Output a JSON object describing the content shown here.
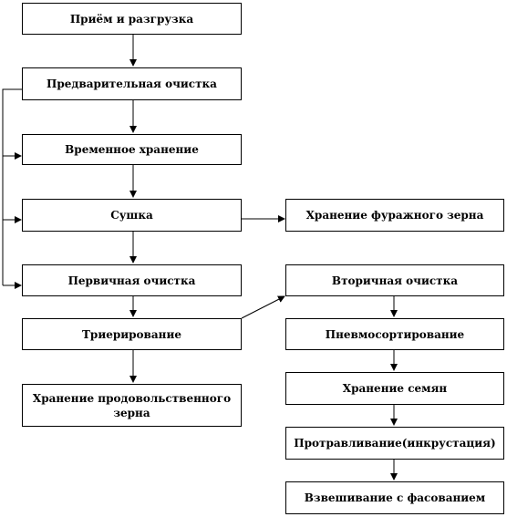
{
  "nodes": {
    "priem": "Приём и разгрузка",
    "predv": "Предварительная очистка",
    "vremen": "Временное хранение",
    "sushka": "Сушка",
    "pervich": "Первичная очистка",
    "trier": "Триерирование",
    "prodov": "Хранение продовольственного зерна",
    "furazh": "Хранение фуражного зерна",
    "vtorich": "Вторичная очистка",
    "pnevmo": "Пневмосортирование",
    "semyan": "Хранение семян",
    "protrav": "Протравливание(инкрустация)",
    "vzvesh": "Взвешивание с фасованием"
  },
  "colors": {
    "stroke": "#000000",
    "fill": "#ffffff"
  }
}
